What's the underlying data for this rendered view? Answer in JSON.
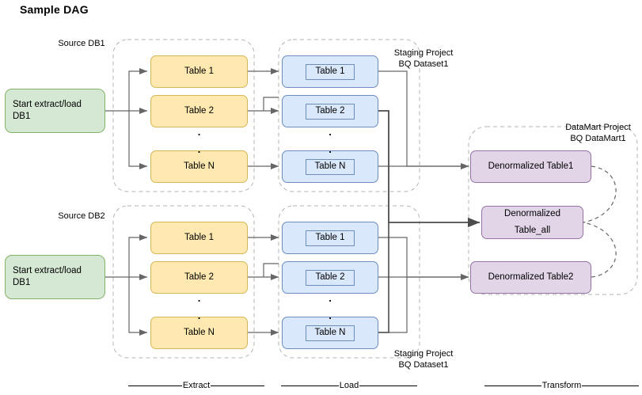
{
  "diagram": {
    "title": "Sample DAG",
    "type": "flow-diagram",
    "colors": {
      "start_fill": "#d5e8d4",
      "start_stroke": "#82b366",
      "extract_fill": "#ffe9b0",
      "extract_stroke": "#d6b656",
      "load_fill": "#dae8fc",
      "load_stroke": "#6c8ebf",
      "transform_fill": "#e1d5e7",
      "transform_stroke": "#9673a6",
      "edge": "#666666",
      "container_stroke": "#b3b3b3"
    }
  },
  "group_labels": {
    "source_db1": "Source DB1",
    "source_db2": "Source DB2",
    "staging_top": "Staging Project\nBQ Dataset1",
    "staging_bottom": "Staging Project\nBQ Dataset1",
    "datamart": "DataMart Project\nBQ DataMart1"
  },
  "start_nodes": [
    {
      "label": "Start extract/load\nDB1"
    },
    {
      "label": "Start extract/load\nDB1"
    }
  ],
  "extract_top": [
    {
      "label": "Table 1"
    },
    {
      "label": "Table 2"
    },
    {
      "label": "Table N"
    }
  ],
  "extract_bottom": [
    {
      "label": "Table 1"
    },
    {
      "label": "Table 2"
    },
    {
      "label": "Table N"
    }
  ],
  "load_top": [
    {
      "label": "Table 1"
    },
    {
      "label": "Table 2"
    },
    {
      "label": "Table N"
    }
  ],
  "load_bottom": [
    {
      "label": "Table 1"
    },
    {
      "label": "Table 2"
    },
    {
      "label": "Table N"
    }
  ],
  "transform_nodes": [
    {
      "label": "Denormalized Table1"
    },
    {
      "label": "Denormalized\nTable_all"
    },
    {
      "label": "Denormalized Table2"
    }
  ],
  "ellipsis": {
    "glyph": "."
  },
  "phases": [
    {
      "label": "Extract"
    },
    {
      "label": "Load"
    },
    {
      "label": "Transform"
    }
  ]
}
